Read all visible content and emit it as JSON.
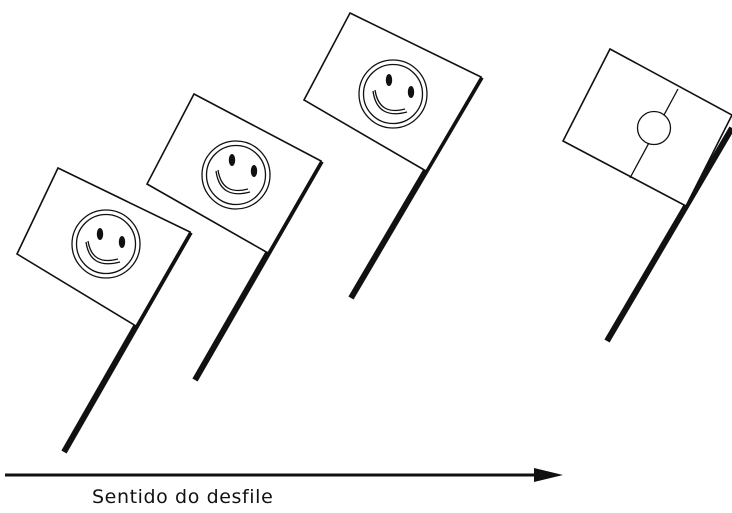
{
  "caption": "Sentido do desfile",
  "colors": {
    "ink": "#111111",
    "background": "#ffffff"
  },
  "flags": [
    {
      "emblem": "smiley-face"
    },
    {
      "emblem": "smiley-face"
    },
    {
      "emblem": "smiley-face"
    },
    {
      "emblem": "field-with-center-circle"
    }
  ],
  "icons": {
    "direction": "arrow-right-icon"
  }
}
